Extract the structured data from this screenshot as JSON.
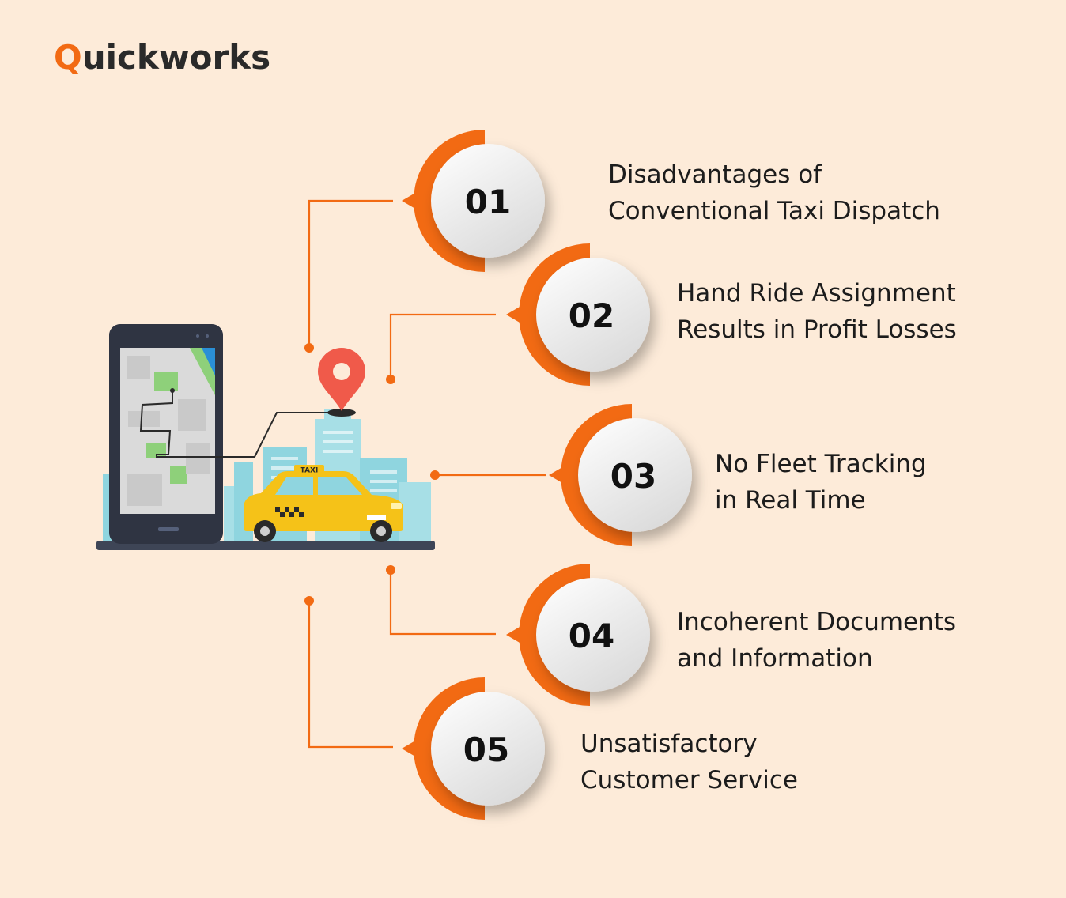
{
  "brand": {
    "name": "Quickworks",
    "first_letter": "Q",
    "rest": "uickworks"
  },
  "colors": {
    "background": "#fdebd9",
    "accent": "#f26a13",
    "text": "#1c1c1c"
  },
  "illustration": {
    "taxi_sign": "TAXI"
  },
  "items": [
    {
      "number": "01",
      "line1": "Disadvantages of",
      "line2": "Conventional Taxi Dispatch"
    },
    {
      "number": "02",
      "line1": "Hand Ride Assignment",
      "line2": "Results in Profit Losses"
    },
    {
      "number": "03",
      "line1": "No Fleet Tracking",
      "line2": "in Real Time"
    },
    {
      "number": "04",
      "line1": "Incoherent Documents",
      "line2": "and Information"
    },
    {
      "number": "05",
      "line1": "Unsatisfactory",
      "line2": "Customer Service"
    }
  ]
}
